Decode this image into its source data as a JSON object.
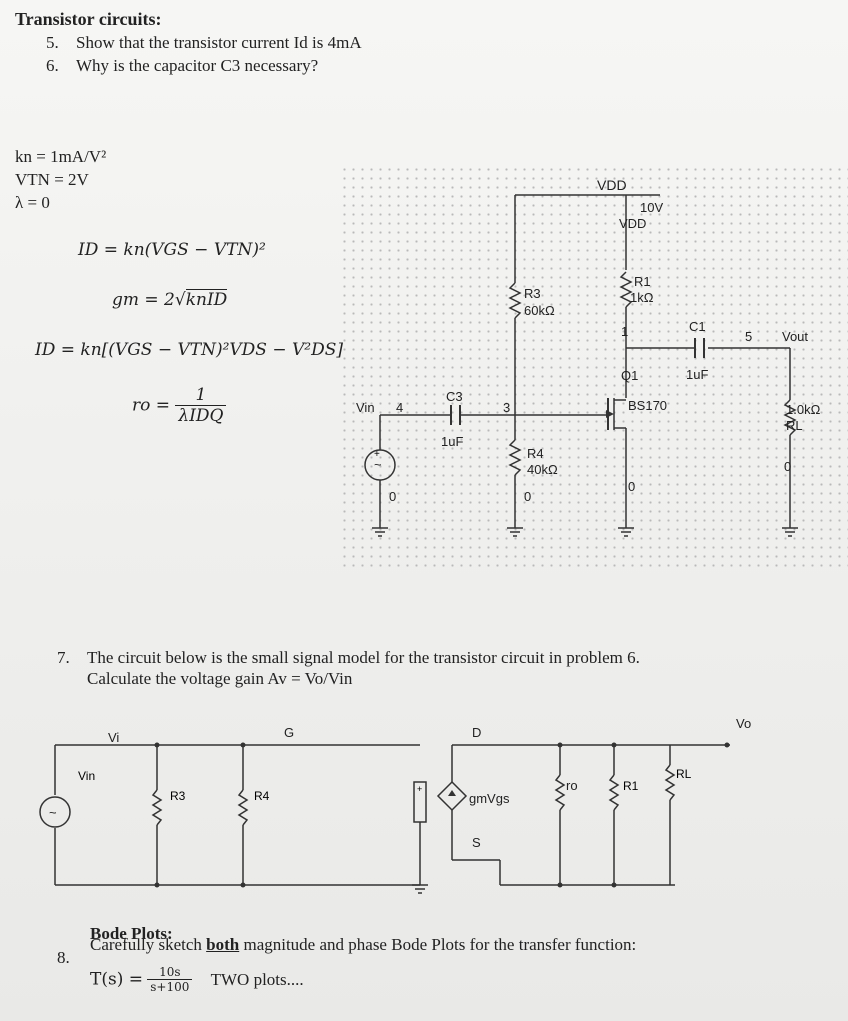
{
  "header": {
    "title": "Transistor circuits:"
  },
  "questions": [
    {
      "number": "5.",
      "text": "Show that the transistor current Id is 4mA"
    },
    {
      "number": "6.",
      "text": "Why is the capacitor C3 necessary?"
    },
    {
      "number": "7.",
      "text": "The circuit below is the small signal model for the transistor circuit in problem 6.",
      "text2": "Calculate the voltage gain Av = Vo/Vin"
    },
    {
      "number": "8.",
      "text_pre": "Carefully sketch ",
      "text_bold": "both",
      "text_post": " magnitude and phase Bode Plots for the transfer function:"
    }
  ],
  "params": {
    "kn": "kn = 1mA/V²",
    "vtn": "VTN = 2V",
    "lambda": "λ = 0"
  },
  "formulas": {
    "id_sat": "ID = kn(VGS − VTN)²",
    "gm_lhs": "gm = 2",
    "gm_root": "knID",
    "id_lin": "ID = kn[(VGS − VTN)²VDS − V²DS]",
    "ro_lhs": "ro =",
    "ro_num": "1",
    "ro_den": "λIDQ"
  },
  "circuit1": {
    "vdd_label": "VDD",
    "vdd_value": "10V",
    "vdd_name": "VDD",
    "r1_name": "R1",
    "r1_value": "1kΩ",
    "r3_name": "R3",
    "r3_value": "60kΩ",
    "r4_name": "R4",
    "r4_value": "40kΩ",
    "c1_name": "C1",
    "c1_value": "1uF",
    "c3_name": "C3",
    "c3_value": "1uF",
    "q1_name": "Q1",
    "q1_model": "BS170",
    "rl_value": "1.0kΩ",
    "rl_name": "RL",
    "vout_label": "Vout",
    "vin_label": "Vin",
    "node_4": "4",
    "node_3": "3",
    "node_1": "1",
    "node_5": "5",
    "node_0": "0"
  },
  "circuit2": {
    "vi": "Vi",
    "vin": "Vin",
    "g": "G",
    "d": "D",
    "s": "S",
    "vo": "Vo",
    "r3": "R3",
    "r4": "R4",
    "gm": "gmVgs",
    "ro": "ro",
    "r1": "R1",
    "rl": "RL"
  },
  "bode": {
    "heading": "Bode Plots:",
    "tf_lhs": "T(s) =",
    "tf_num": "10s",
    "tf_den": "s+100",
    "tail": "TWO plots...."
  }
}
